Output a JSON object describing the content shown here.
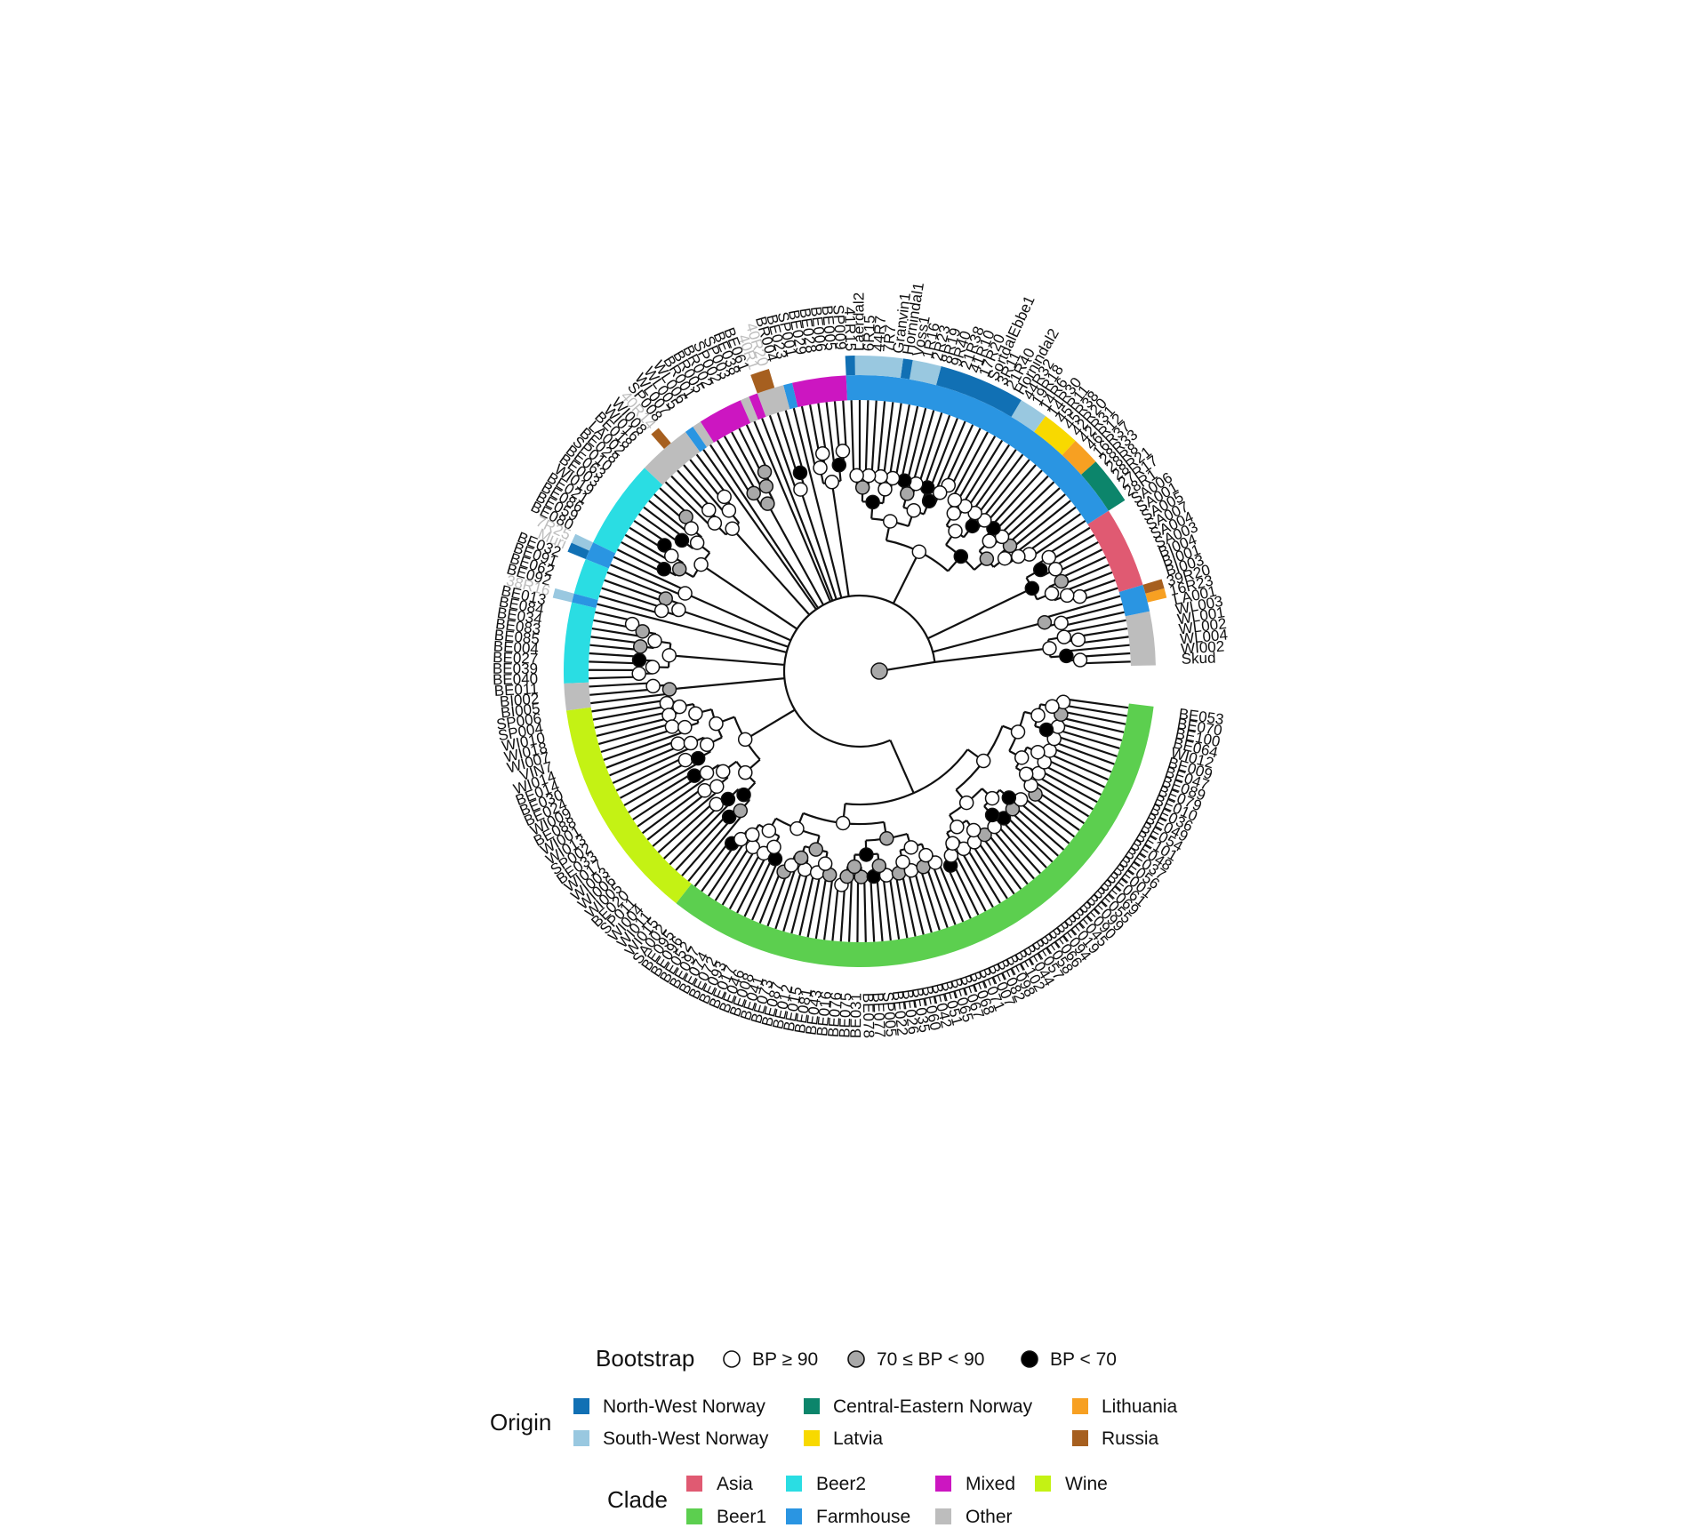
{
  "tree": {
    "clade_colors": {
      "Asia": "#e05a72",
      "Beer1": "#5ccf4f",
      "Beer2": "#2adde3",
      "Farmhouse": "#2a95e2",
      "Mixed": "#cc16c1",
      "Other": "#bdbdbd",
      "Wine": "#c4f214"
    },
    "origin_colors": {
      "North-West Norway": "#1170b4",
      "South-West Norway": "#99c8e0",
      "Central-Eastern Norway": "#0c856b",
      "Latvia": "#f8d900",
      "Lithuania": "#f7a022",
      "Russia": "#a65f1f"
    },
    "bootstrap_colors": {
      "high": "#ffffff",
      "mid": "#a8a8a8",
      "low": "#000000"
    },
    "clade_runs": [
      {
        "clade": "Other",
        "tips": [
          "Skud",
          "WI002",
          "WL004",
          "WL002",
          "WL001",
          "WL003"
        ]
      },
      {
        "clade": "Farmhouse",
        "tips": [
          "LA001",
          "16R23",
          "39R20"
        ]
      },
      {
        "clade": "Asia",
        "tips": [
          "BI003",
          "BI001",
          "BI004",
          "SA003",
          "SA004",
          "SA007",
          "SA005",
          "SA001",
          "SA006"
        ]
      },
      {
        "clade": "Farmhouse",
        "tips": [
          "28R1",
          "27R17",
          "28R21",
          "28R8",
          "28R33",
          "16R37",
          "46R12",
          "42R31",
          "42R20",
          "45R38",
          "45R11",
          "14R30",
          "14R6",
          "19R18",
          "44R32",
          "Hornindal2",
          "21R40",
          "3R11",
          "SortdalEbbe1",
          "17R20",
          "41R10",
          "21R38",
          "9R40",
          "8R19",
          "2R23",
          "1R16",
          "Voss1",
          "Hornindal1",
          "Granvin1",
          "7R7",
          "44R7",
          "6R15",
          "Laerdal2",
          "41R15"
        ]
      },
      {
        "clade": "Mixed",
        "tips": [
          "SP009",
          "BE005",
          "BE006",
          "BE028",
          "BE029",
          "SP001"
        ]
      },
      {
        "clade": "Farmhouse",
        "tips": [
          "BE023"
        ]
      },
      {
        "clade": "Other",
        "tips": [
          "BR004",
          "40R20",
          "40R1"
        ]
      },
      {
        "clade": "Mixed",
        "tips": [
          "BE061"
        ]
      },
      {
        "clade": "Other",
        "tips": [
          "BE038"
        ]
      },
      {
        "clade": "Mixed",
        "tips": [
          "SP003",
          "SP002",
          "BR002",
          "BR005",
          "BR001"
        ]
      },
      {
        "clade": "Other",
        "tips": [
          "WL006"
        ]
      },
      {
        "clade": "Farmhouse",
        "tips": [
          "WL005"
        ]
      },
      {
        "clade": "Other",
        "tips": [
          "WL007",
          "SP008",
          "40R14",
          "WI008",
          "WI016",
          "BE018"
        ]
      },
      {
        "clade": "Beer2",
        "tips": [
          "LA002",
          "BE028b",
          "SP010",
          "BE063",
          "BE003",
          "WI019",
          "BE021",
          "BE086",
          "BE059",
          "BE080"
        ]
      },
      {
        "clade": "Farmhouse",
        "tips": [
          "7R25",
          "Muri"
        ]
      },
      {
        "clade": "Beer2",
        "tips": [
          "BE032",
          "BE091",
          "BE062",
          "BE092"
        ]
      },
      {
        "clade": "Farmhouse",
        "tips": [
          "38R16"
        ]
      },
      {
        "clade": "Beer2",
        "tips": [
          "BE013",
          "BE084",
          "BE034",
          "BE083",
          "BE085",
          "BE004",
          "BE027",
          "BE039",
          "BE040"
        ]
      },
      {
        "clade": "Other",
        "tips": [
          "BE011",
          "BI002",
          "BI005"
        ]
      },
      {
        "clade": "Wine",
        "tips": [
          "SP006",
          "SP004",
          "WI010",
          "WI018",
          "WI007",
          "VIN7",
          "WI014",
          "BE014",
          "BE030",
          "BE024",
          "WI009",
          "BE088",
          "WI001",
          "WI013",
          "SP002b",
          "BE033",
          "WI017",
          "WI003",
          "WI006",
          "WI005",
          "BE020",
          "SP011",
          "WI004",
          "WI011",
          "WI015"
        ]
      },
      {
        "clade": "Beer1",
        "tips": [
          "SA002",
          "BE095",
          "BE096",
          "BE052",
          "BE097",
          "BE074",
          "BE072",
          "BE093",
          "BE017",
          "BE046",
          "BE008",
          "BE041",
          "BE073",
          "BE087",
          "BE012",
          "BE015",
          "BE081",
          "BE043",
          "BE016",
          "BE076",
          "BE075",
          "BE031",
          "BE078",
          "BE077",
          "SP005",
          "BE022",
          "BE026",
          "BE035",
          "BE060",
          "BE042",
          "BE051",
          "BE065",
          "BE067",
          "BE068",
          "BE071",
          "BE007",
          "BE082",
          "BE098",
          "BE102",
          "BE044",
          "BE057",
          "BE058",
          "BE066",
          "BE094",
          "BE019",
          "BE045",
          "BE090",
          "BE099",
          "BE055",
          "BE069",
          "BE061b",
          "BE001",
          "BE056",
          "BE037",
          "BE048",
          "BE101",
          "BE054",
          "BE049",
          "BE036",
          "BE010",
          "BE079",
          "BE089",
          "BE047",
          "BE009",
          "WI012",
          "BE064",
          "BE100",
          "BE070",
          "BE053"
        ]
      }
    ],
    "tip_labels": {
      "SP002b": "SP002",
      "BE028b": "BE028",
      "BE061b": "BE061"
    },
    "dim_tips": [
      "38R16",
      "7R25",
      "Muri",
      "40R14",
      "40R20",
      "40R1"
    ],
    "origin_runs": [
      {
        "origin": "Lithuania",
        "tips": [
          "16R23"
        ]
      },
      {
        "origin": "Russia",
        "tips": [
          "39R20"
        ]
      },
      {
        "origin": "Central-Eastern Norway",
        "tips": [
          "28R1",
          "27R17",
          "28R21",
          "28R8",
          "28R33"
        ]
      },
      {
        "origin": "Lithuania",
        "tips": [
          "16R37",
          "46R12",
          "42R31"
        ]
      },
      {
        "origin": "Latvia",
        "tips": [
          "42R20",
          "45R38",
          "45R11",
          "14R30"
        ]
      },
      {
        "origin": "South-West Norway",
        "tips": [
          "14R6",
          "19R18",
          "44R32"
        ]
      },
      {
        "origin": "North-West Norway",
        "tips": [
          "Hornindal2",
          "21R40",
          "3R11",
          "SortdalEbbe1",
          "17R20",
          "41R10",
          "21R38",
          "9R40",
          "8R19"
        ]
      },
      {
        "origin": "South-West Norway",
        "tips": [
          "2R23",
          "1R16",
          "Voss1"
        ]
      },
      {
        "origin": "North-West Norway",
        "tips": [
          "Hornindal1"
        ]
      },
      {
        "origin": "South-West Norway",
        "tips": [
          "Granvin1",
          "7R7",
          "44R7",
          "6R15",
          "Laerdal2"
        ]
      },
      {
        "origin": "North-West Norway",
        "tips": [
          "41R15"
        ]
      },
      {
        "origin": "Russia",
        "tips": [
          "40R20",
          "40R1"
        ]
      },
      {
        "origin": "Russia",
        "tips": [
          "40R14"
        ]
      },
      {
        "origin": "South-West Norway",
        "tips": [
          "7R25"
        ]
      },
      {
        "origin": "North-West Norway",
        "tips": [
          "Muri"
        ]
      },
      {
        "origin": "South-West Norway",
        "tips": [
          "38R16"
        ]
      }
    ]
  },
  "legend": {
    "bootstrap": {
      "title": "Bootstrap",
      "items": [
        {
          "key": "high",
          "label": "BP ≥ 90"
        },
        {
          "key": "mid",
          "label": "70 ≤ BP < 90"
        },
        {
          "key": "low",
          "label": "BP < 70"
        }
      ]
    },
    "origin": {
      "title": "Origin",
      "items": [
        "North-West Norway",
        "South-West Norway",
        "Central-Eastern Norway",
        "Latvia",
        "Lithuania",
        "Russia"
      ]
    },
    "clade": {
      "title": "Clade",
      "items": [
        "Asia",
        "Beer1",
        "Beer2",
        "Farmhouse",
        "Mixed",
        "Other",
        "Wine"
      ]
    }
  }
}
